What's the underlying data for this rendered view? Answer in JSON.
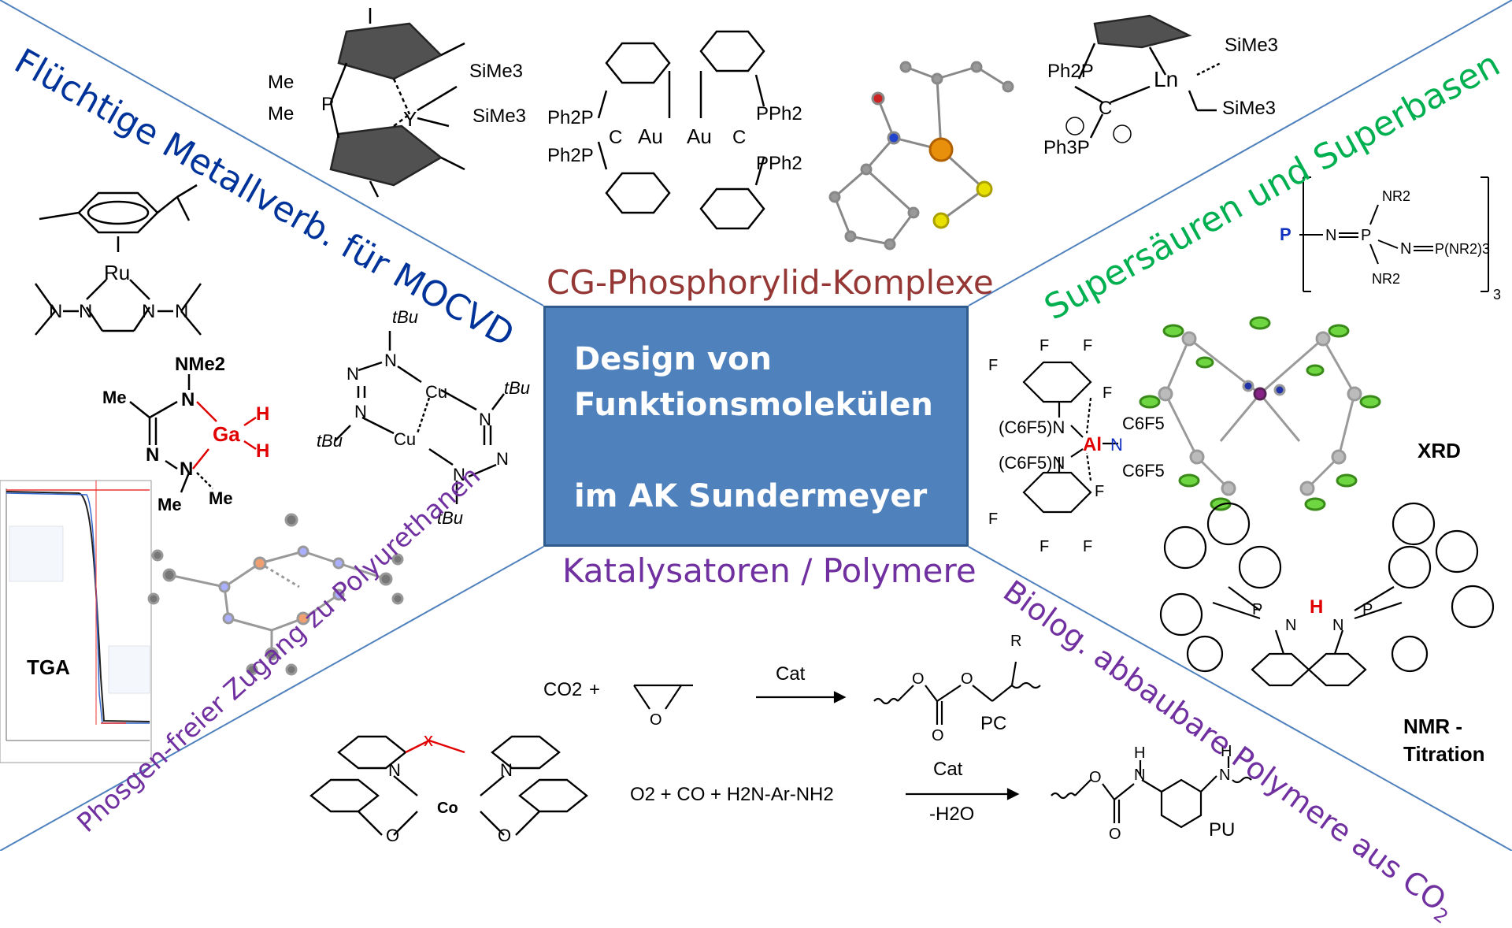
{
  "center": {
    "line1": "Design von",
    "line2": "Funktionsmolekülen",
    "line3": "im AK Sundermeyer"
  },
  "themes": {
    "top": "CG-Phosphorylid-Komplexe",
    "bottom": "Katalysatoren / Polymere",
    "top_left": "Flüchtige Metallverb. für MOCVD",
    "top_right": "Supersäuren und Superbasen",
    "bottom_left": "Phosgen-freier  Zugang zu Polyurethanen",
    "bottom_right": "Biolog. abbaubare Polymere aus CO",
    "bottom_right_sub": "2"
  },
  "colors": {
    "center_fill": "#4f81bd",
    "top_theme": "#953735",
    "bottom_theme": "#7030a0",
    "top_left_theme": "#003399",
    "top_right_theme": "#00b050",
    "bottom_left_theme": "#7030a0",
    "bottom_right_theme": "#7030a0",
    "divider": "#4f81bd"
  },
  "labels": {
    "tga": "TGA",
    "xrd": "XRD",
    "nmr1": "NMR -",
    "nmr2": "Titration",
    "pc": "PC",
    "pu": "PU",
    "cat1": "Cat",
    "cat2": "Cat",
    "minus_h2o": "-H2O"
  },
  "reactions": {
    "r1_co2": "CO2",
    "r1_plus": "+",
    "r1_r": "R",
    "r2_lhs": "O2  + CO  +  H2N-Ar-NH2"
  },
  "chem_text": {
    "me": "Me",
    "sime3": "SiMe3",
    "y": "Y",
    "p": "P",
    "au": "Au",
    "ph2p": "Ph2P",
    "pph2": "PPh2",
    "c": "C",
    "ln": "Ln",
    "ph3p": "Ph3P",
    "ru": "Ru",
    "n": "N",
    "nme2": "NMe2",
    "ga": "Ga",
    "h": "H",
    "tbu": "tBu",
    "cu": "Cu",
    "al": "Al",
    "f": "F",
    "c6f5n": "(C6F5)N",
    "c6f5": "C6F5",
    "co": "Co",
    "o": "O",
    "nr2": "NR2",
    "pnr23": "P(NR2)3",
    "sub3": "3",
    "cross": "x"
  }
}
